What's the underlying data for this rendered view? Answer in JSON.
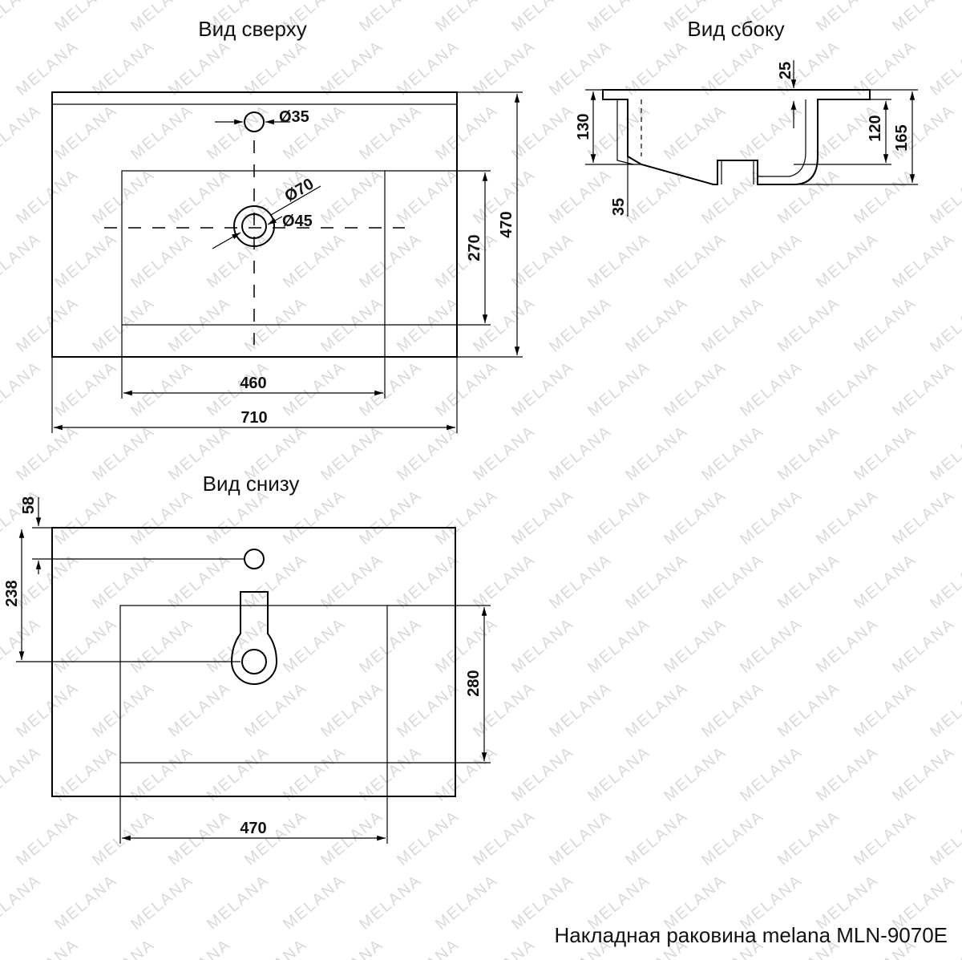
{
  "views": {
    "top": {
      "title": "Вид сверху",
      "dims": {
        "tap_hole": "Ø35",
        "bowl_outer": "Ø70",
        "drain": "Ø45",
        "bowl_depth": "270",
        "total_depth": "470",
        "bowl_width": "460",
        "total_width": "710"
      }
    },
    "side": {
      "title": "Вид сбоку",
      "dims": {
        "rim": "25",
        "height_left": "130",
        "bottom_offset": "35",
        "height_inner": "120",
        "height_total": "165"
      }
    },
    "bottom": {
      "title": "Вид снизу",
      "dims": {
        "hole_offset": "58",
        "drain_offset": "238",
        "bowl_depth": "280",
        "bowl_width": "470"
      }
    }
  },
  "caption": "Накладная раковина melana MLN-9070E",
  "watermark": "MELANA"
}
